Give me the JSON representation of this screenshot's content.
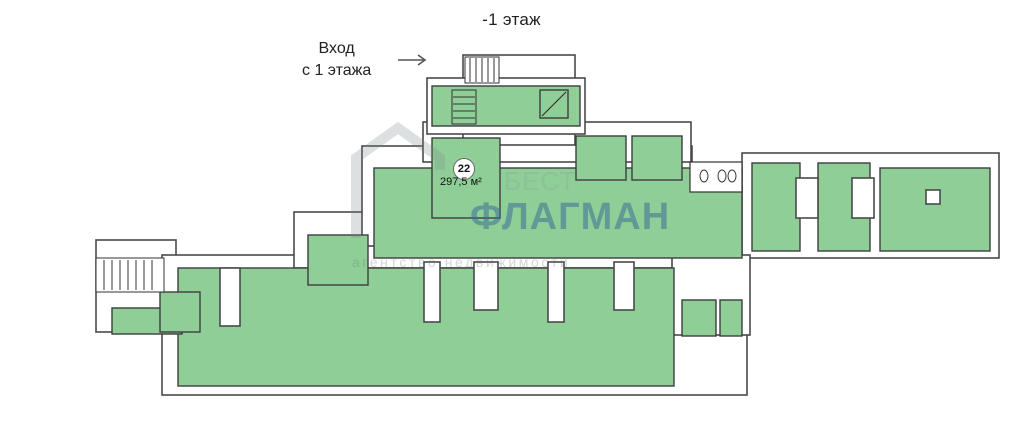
{
  "floor_title": "-1 этаж",
  "entrance": {
    "line1": "Вход",
    "line2": "с 1 этажа"
  },
  "room": {
    "number": "22",
    "area": "297,5 м²"
  },
  "watermark": {
    "top": "БЕСТ",
    "brand": "ФЛАГМАН",
    "sub": "агентство недвижимости"
  },
  "colors": {
    "room_fill": "#8fcf97",
    "wall": "#4a4a4a",
    "brand": "#3c6e96"
  },
  "icons": [
    "arrow-right-icon",
    "staircase-icon",
    "toilet-icon",
    "column-icon"
  ]
}
